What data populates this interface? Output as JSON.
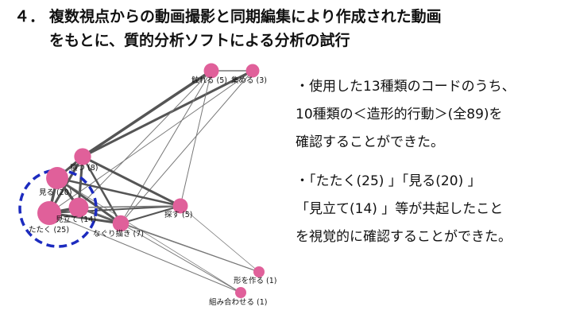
{
  "title": {
    "number": "４．",
    "line1": "複数視点からの動画撮影と同期編集により作成された動画",
    "line2": "をもとに、質的分析ソフトによる分析の試行"
  },
  "network": {
    "nodes": [
      {
        "id": "fureru",
        "label": "触れる (5)",
        "size": 5
      },
      {
        "id": "atsumeru",
        "label": "集める (3)",
        "size": 3
      },
      {
        "id": "tsumu",
        "label": "積つ (8)",
        "size": 8
      },
      {
        "id": "miru",
        "label": "見る (20)",
        "size": 20
      },
      {
        "id": "mitate",
        "label": "見立て (14)",
        "size": 14
      },
      {
        "id": "tataku",
        "label": "たたく (25)",
        "size": 25
      },
      {
        "id": "nagurigaki",
        "label": "なぐり描き (7)",
        "size": 7
      },
      {
        "id": "sagasu",
        "label": "探す (5)",
        "size": 5
      },
      {
        "id": "katachi",
        "label": "形を作る (1)",
        "size": 1
      },
      {
        "id": "kumiawase",
        "label": "組み合わせる (1)",
        "size": 1
      }
    ],
    "node_color": "#e0609a",
    "highlight_color": "#1c2bbf"
  },
  "bullets": [
    {
      "lines": [
        "・使用した13種類のコードのうち、",
        "10種類の＜造形的行動＞(全89)を",
        "確認することができた。"
      ]
    },
    {
      "lines": [
        "・「たたく(25) 」「見る(20) 」",
        "「見立て(14) 」等が共起したこと",
        "を視覚的に確認することができた。"
      ]
    }
  ]
}
